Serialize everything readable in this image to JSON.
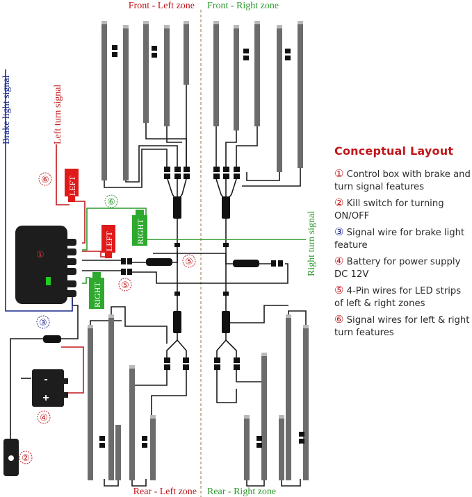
{
  "zones": {
    "front_left": "Front - Left zone",
    "front_right": "Front - Right zone",
    "rear_left": "Rear - Left zone",
    "rear_right": "Rear - Right zone"
  },
  "signals": {
    "brake": "Brake light signal",
    "left_turn": "Left turn signal",
    "right_turn": "Right turn signal"
  },
  "tags": {
    "left_top": "LEFT",
    "left_mid": "LEFT",
    "right_top": "RIGHT",
    "right_mid": "RIGHT"
  },
  "markers": {
    "control_box": "①",
    "kill_switch": "②",
    "signal_wire": "③",
    "battery": "④",
    "pin_wire_top": "⑤",
    "pin_wire_bottom": "⑤",
    "signal_left": "⑥",
    "signal_right": "⑥"
  },
  "battery": {
    "minus": "-",
    "plus": "+"
  },
  "legend": {
    "title": "Conceptual Layout",
    "items": [
      {
        "marker": "①",
        "text": "Control box with brake and turn signal features",
        "color": "#c0161a"
      },
      {
        "marker": "②",
        "text": "Kill switch for turning ON/OFF",
        "color": "#c0161a"
      },
      {
        "marker": "③",
        "text": "Signal wire for brake light feature",
        "color": "#1a2a8c"
      },
      {
        "marker": "④",
        "text": "Battery for power supply DC 12V",
        "color": "#c0161a"
      },
      {
        "marker": "⑤",
        "text": "4-Pin wires for LED strips of left & right zones",
        "color": "#c0161a"
      },
      {
        "marker": "⑥",
        "text": "Signal wires for left & right turn features",
        "color": "#c0161a"
      }
    ]
  },
  "colors": {
    "red": "#c0161a",
    "green": "#2f9a2f",
    "blue": "#1a2a8c",
    "strip": "#6c6c6c",
    "wire": "#1a1a1a",
    "divider": "#a98b5c"
  }
}
